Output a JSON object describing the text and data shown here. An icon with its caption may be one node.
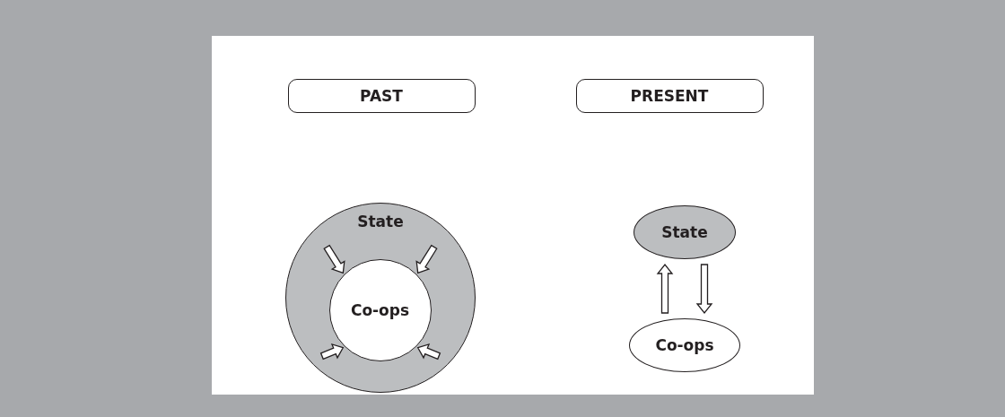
{
  "diagram": {
    "nodes": [
      {
        "text": [
          "PAST"
        ]
      },
      {
        "text": [
          "PRESENT"
        ]
      },
      {
        "text": [
          "State"
        ]
      },
      {
        "text": [
          "Co-ops"
        ],
        "in": 2
      },
      {
        "text": [
          "State"
        ]
      },
      {
        "text": [
          "Co-ops"
        ]
      }
    ],
    "edges": [
      {
        "from": 2,
        "to": 3,
        "arrow": "to"
      },
      {
        "from": 2,
        "to": 3,
        "arrow": "to"
      },
      {
        "from": 2,
        "to": 3,
        "arrow": "to"
      },
      {
        "from": 2,
        "to": 3,
        "arrow": "to"
      },
      {
        "from": 5,
        "to": 4,
        "arrow": "to"
      },
      {
        "from": 4,
        "to": 5,
        "arrow": "to"
      }
    ]
  }
}
